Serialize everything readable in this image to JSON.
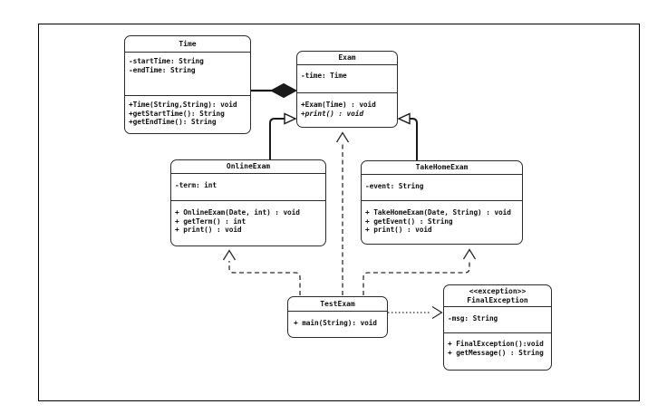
{
  "diagram": {
    "type": "uml-class-diagram",
    "classes": {
      "time": {
        "name": "Time",
        "attributes": [
          "-startTime: String",
          "-endTime: String"
        ],
        "methods": [
          "+Time(String,String): void",
          "+getStartTime(): String",
          "+getEndTime(): String"
        ]
      },
      "exam": {
        "name": "Exam",
        "attributes": [
          "-time: Time"
        ],
        "methods": [
          "+Exam(Time) : void",
          "+print() : void"
        ],
        "abstract_methods": [
          "+print() : void"
        ]
      },
      "online_exam": {
        "name": "OnlineExam",
        "attributes": [
          "-term: int"
        ],
        "methods": [
          "+ OnlineExam(Date, int) : void",
          "+ getTerm() : int",
          "+ print() : void"
        ]
      },
      "take_home_exam": {
        "name": "TakeHomeExam",
        "attributes": [
          "-event: String"
        ],
        "methods": [
          "+ TakeHomeExam(Date, String) : void",
          "+ getEvent() : String",
          "+ print() : void"
        ]
      },
      "test_exam": {
        "name": "TestExam",
        "attributes": [],
        "methods": [
          "+ main(String): void"
        ]
      },
      "final_exception": {
        "stereotype": "<<exception>>",
        "name": "FinalException",
        "attributes": [
          "-msg: String"
        ],
        "methods": [
          "+ FinalException():void",
          "+ getMessage() : String"
        ]
      }
    },
    "relationships": [
      {
        "type": "composition",
        "owner": "Exam",
        "part": "Time"
      },
      {
        "type": "generalization",
        "from": "OnlineExam",
        "to": "Exam"
      },
      {
        "type": "generalization",
        "from": "TakeHomeExam",
        "to": "Exam"
      },
      {
        "type": "dependency",
        "from": "TestExam",
        "to": "Exam"
      },
      {
        "type": "dependency",
        "from": "TestExam",
        "to": "OnlineExam"
      },
      {
        "type": "dependency",
        "from": "TestExam",
        "to": "TakeHomeExam"
      },
      {
        "type": "dependency",
        "from": "TestExam",
        "to": "FinalException"
      }
    ],
    "colors": {
      "background": "#ffffff",
      "box_fill": "#ffffff",
      "box_border": "#2b2b2b",
      "line": "#1a1a1a",
      "composition_diamond_fill": "#1a1a1a"
    }
  }
}
